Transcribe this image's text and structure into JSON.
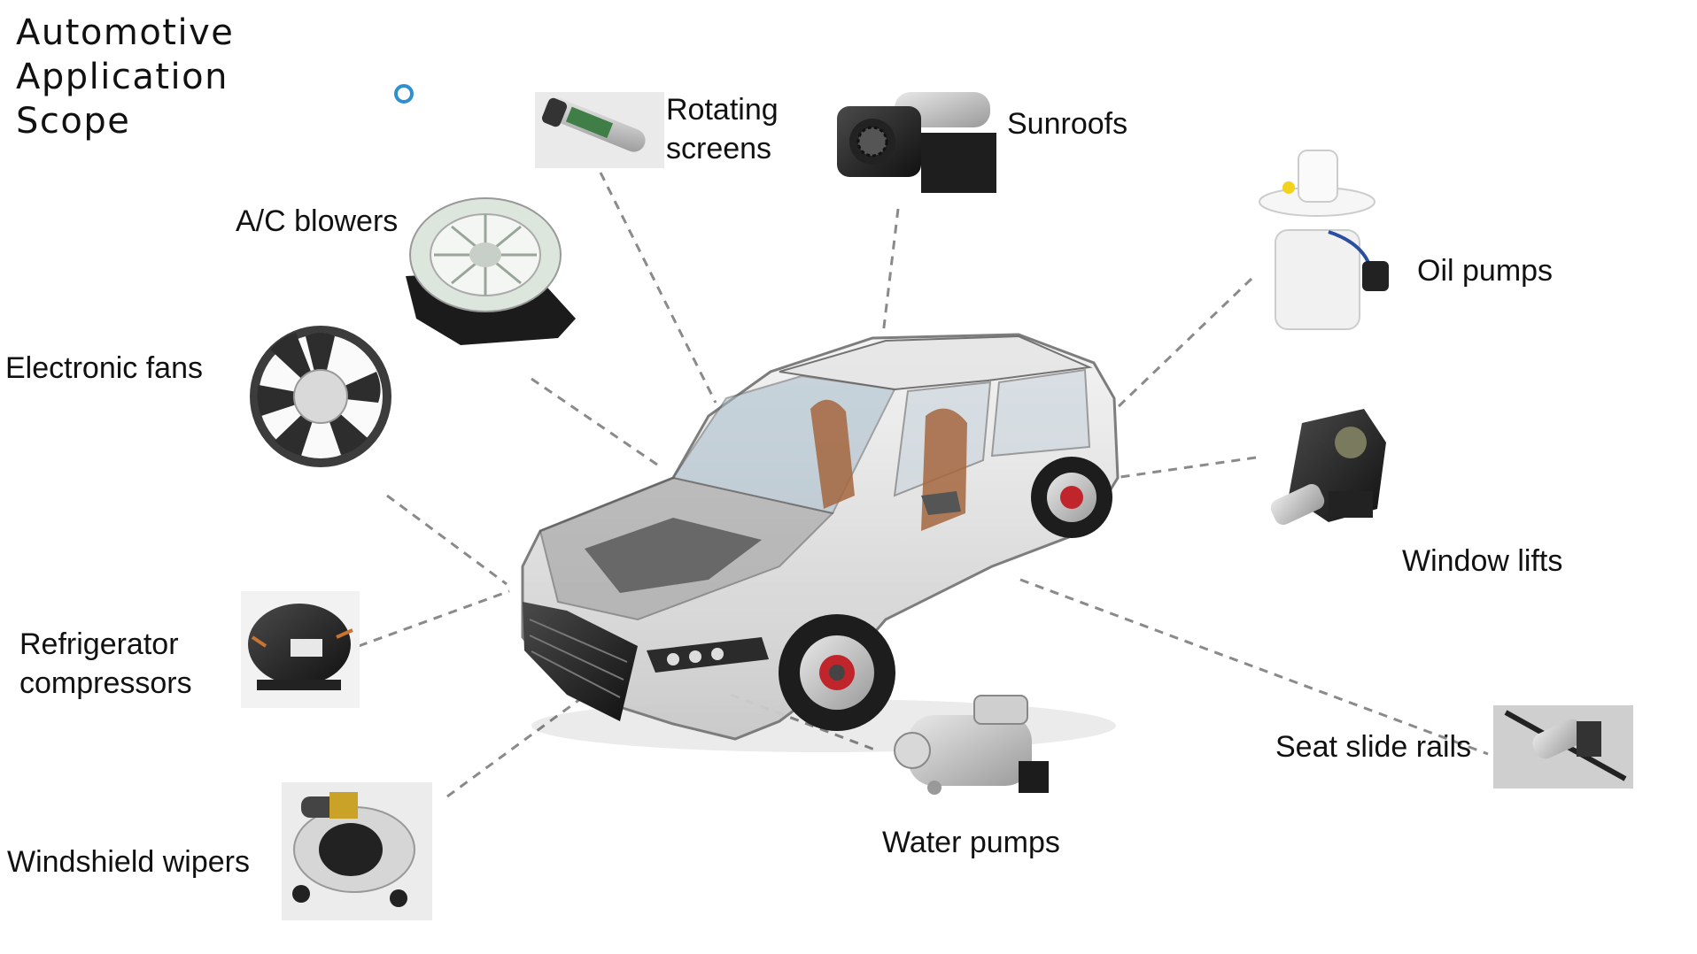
{
  "title": {
    "line1": "Automotive",
    "line2": "Application",
    "line3": "Scope"
  },
  "accent_color": "#3a9fd6",
  "line_color": "#8a8a8a",
  "labels": {
    "rotating_screens": {
      "line1": "Rotating",
      "line2": "screens"
    },
    "sunroofs": "Sunroofs",
    "ac_blowers": "A/C blowers",
    "oil_pumps": "Oil pumps",
    "electronic_fans": "Electronic fans",
    "window_lifts": "Window lifts",
    "refrigerator_compressors": {
      "line1": "Refrigerator",
      "line2": "compressors"
    },
    "seat_slide_rails": "Seat slide rails",
    "water_pumps": "Water pumps",
    "windshield_wipers": "Windshield wipers"
  },
  "icons": {
    "car": "car-xray-image",
    "rotating_screens": "linear-actuator-icon",
    "sunroofs": "sunroof-motor-icon",
    "ac_blowers": "blower-wheel-icon",
    "oil_pumps": "fuel-pump-module-icon",
    "electronic_fans": "cooling-fan-icon",
    "window_lifts": "window-motor-icon",
    "refrigerator_compressors": "compressor-icon",
    "seat_slide_rails": "seat-rail-motor-icon",
    "water_pumps": "water-pump-icon",
    "windshield_wipers": "wiper-motor-icon"
  }
}
